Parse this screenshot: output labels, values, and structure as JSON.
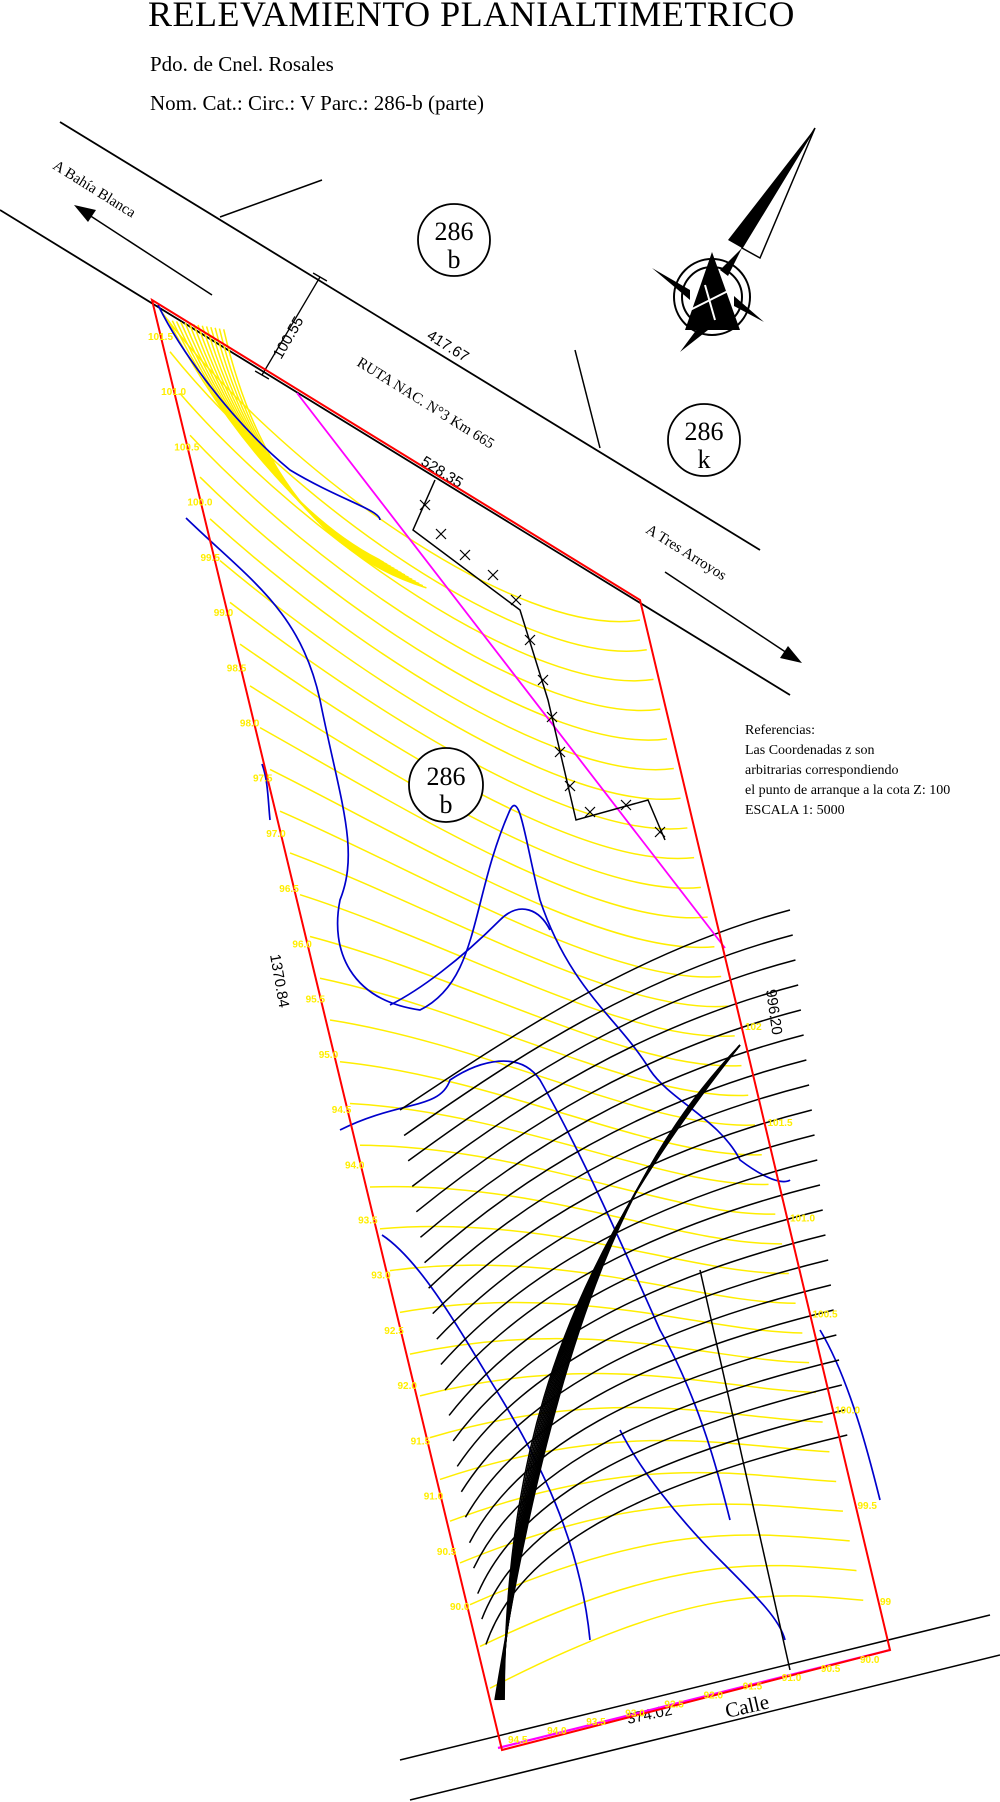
{
  "title": "RELEVAMIENTO PLANIALTIMETRICO",
  "partido": "Pdo. de Cnel. Rosales",
  "nomenclatura": "Nom. Cat.: Circ.: V   Parc.: 286-b (parte)",
  "references": {
    "heading": "Referencias:",
    "lines": [
      "Las Coordenadas z son",
      "arbitrarias correspondiendo",
      "el punto de arranque a la cota Z: 100",
      "ESCALA 1: 5000"
    ]
  },
  "road": {
    "name": "RUTA NAC. N°3 Km 665",
    "to_west": "A Bahía Blanca",
    "to_east": "A Tres Arroyos"
  },
  "street": "Calle",
  "dimensions": {
    "north_offset": "100.55",
    "road_frontage": "417.67",
    "diagonal": "528.35",
    "west_side": "1370.84",
    "east_side": "996.20",
    "south_side": "374.02"
  },
  "parcels": [
    {
      "num": "286",
      "letter": "b"
    },
    {
      "num": "286",
      "letter": "k"
    },
    {
      "num": "286",
      "letter": "b"
    }
  ],
  "colors": {
    "boundary": "#ff0000",
    "contour": "#ffee00",
    "main_contour": "#0000cc",
    "diagonal": "#ff00ff",
    "grid": "#000000"
  },
  "contour_labels_west": [
    "101.5",
    "101.0",
    "100.5",
    "100.0",
    "99.5",
    "99.0",
    "98.5",
    "98.0",
    "97.5",
    "97.0",
    "96.5",
    "96.0",
    "95.5",
    "95.0",
    "94.5",
    "94.0",
    "93.5",
    "93.0",
    "92.5",
    "92.0",
    "91.5",
    "91.0",
    "90.5",
    "90.0"
  ],
  "contour_labels_east": [
    "102",
    "101.5",
    "101.0",
    "100.5",
    "100.0",
    "99.5",
    "99"
  ],
  "contour_labels_south": [
    "94.5",
    "94.0",
    "93.5",
    "93.0",
    "92.5",
    "92.0",
    "91.5",
    "91.0",
    "90.5",
    "90.0"
  ]
}
